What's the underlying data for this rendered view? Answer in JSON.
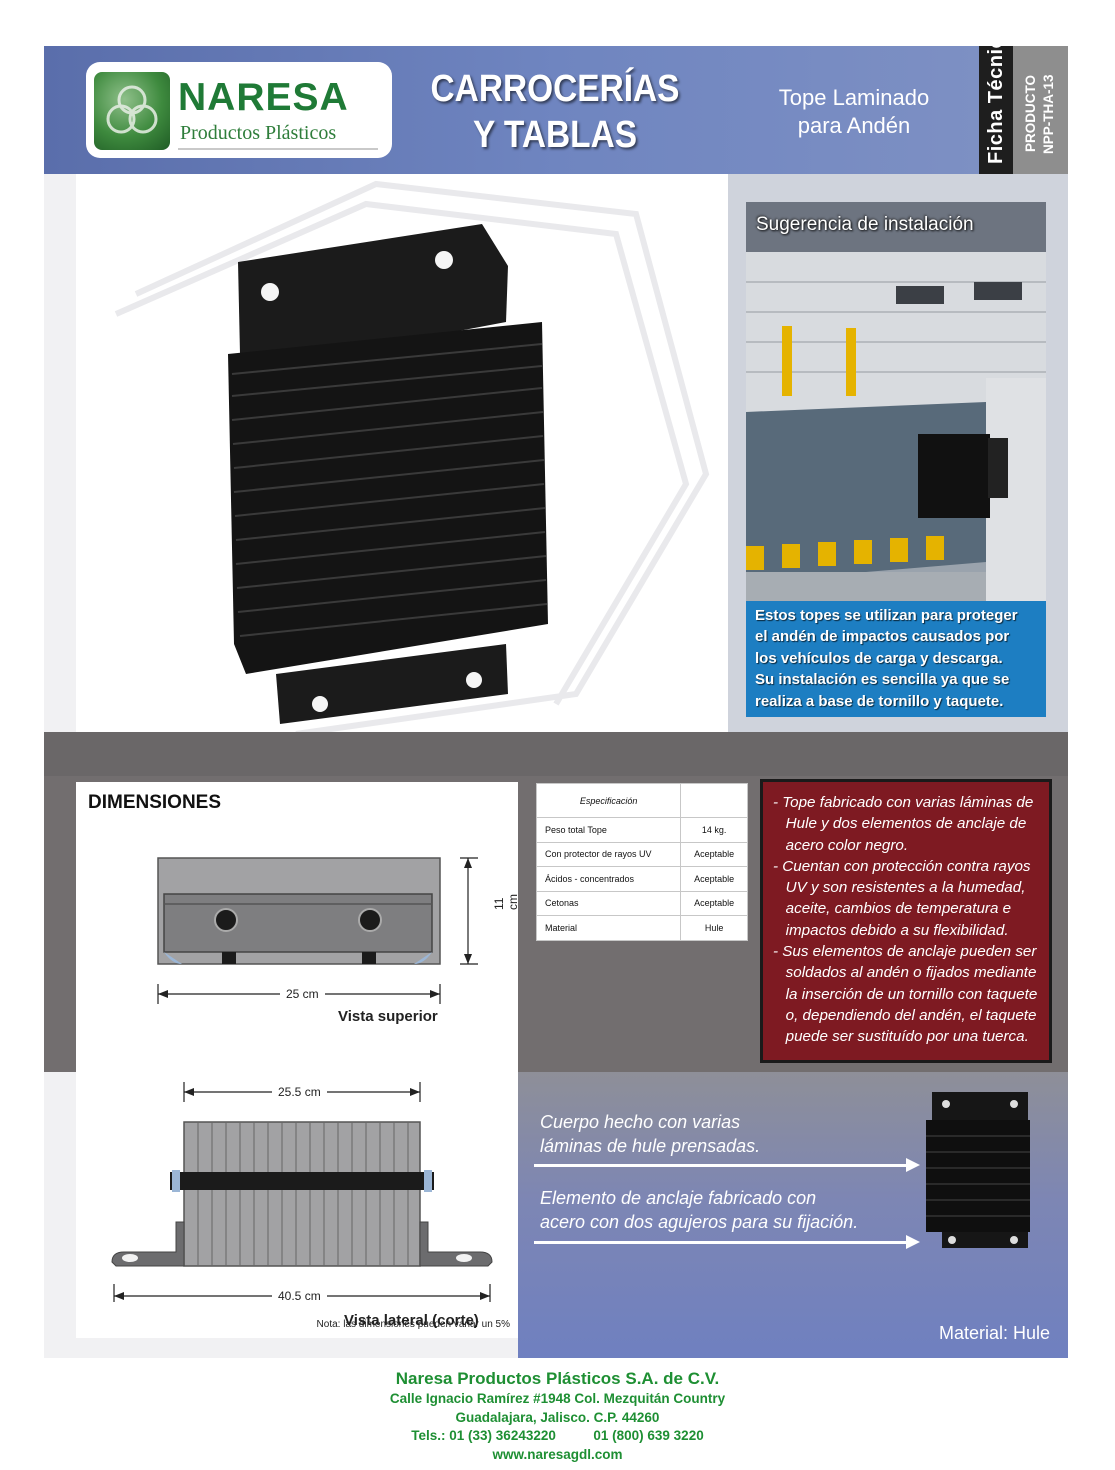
{
  "brand": {
    "name": "NARESA",
    "subtitle": "Productos Plásticos"
  },
  "header": {
    "title_line1": "CARROCERÍAS",
    "title_line2": "Y TABLAS",
    "product_line1": "Tope Laminado",
    "product_line2": "para Andén",
    "sheet_type": "Ficha Técnica",
    "product_label": "PRODUCTO",
    "product_code": "NPP-THA-13"
  },
  "installation": {
    "title": "Sugerencia de instalación",
    "description": [
      "Estos topes se utilizan para proteger",
      "el andén de impactos causados por",
      "los vehículos de carga y descarga.",
      "Su instalación es sencilla ya que se",
      "realiza a base de tornillo y taquete."
    ]
  },
  "dimensions": {
    "title": "DIMENSIONES",
    "top_view": {
      "width": "25 cm",
      "height": "11 cm",
      "label": "Vista superior"
    },
    "side_view": {
      "top_width": "25.5 cm",
      "total_width": "40.5 cm",
      "label": "Vista lateral (corte)"
    },
    "note": "Nota: las dimensiones pueden variar un 5%"
  },
  "spec_table": {
    "header": "Especificación",
    "rows": [
      {
        "key": "Peso total  Tope",
        "value": "14 kg."
      },
      {
        "key": "Con protector de rayos UV",
        "value": "Aceptable"
      },
      {
        "key": "Ácidos - concentrados",
        "value": "Aceptable"
      },
      {
        "key": "Cetonas",
        "value": "Aceptable"
      },
      {
        "key": "Material",
        "value": "Hule"
      }
    ]
  },
  "features": [
    "- Tope fabricado con varias láminas de",
    "   Hule y dos elementos de anclaje de",
    "   acero color negro.",
    "- Cuentan con protección contra rayos",
    "   UV y son resistentes a la humedad,",
    "   aceite, cambios de temperatura e",
    "   impactos debido a su flexibilidad.",
    "- Sus elementos de anclaje pueden ser",
    "   soldados al andén o fijados mediante",
    "   la inserción de un tornillo con taquete",
    "   o, dependiendo del andén, el taquete",
    "   puede ser sustituído por una tuerca."
  ],
  "callouts": {
    "body_line1": "Cuerpo hecho con varias",
    "body_line2": "láminas de hule prensadas.",
    "anchor_line1": "Elemento de anclaje fabricado con",
    "anchor_line2": "acero con dos agujeros para su fijación.",
    "material": "Material: Hule"
  },
  "footer": {
    "company": "Naresa Productos Plásticos S.A. de C.V.",
    "address": "Calle Ignacio Ramírez #1948 Col. Mezquitán Country",
    "city": "Guadalajara, Jalisco. C.P. 44260",
    "phones": "Tels.: 01 (33) 36243220          01 (800) 639 3220",
    "website": "www.naresagdl.com"
  },
  "colors": {
    "header_blue": "#6f85c0",
    "brand_green": "#1f7a36",
    "feature_red": "#7e1a22",
    "info_blue": "#1d7ec2"
  }
}
